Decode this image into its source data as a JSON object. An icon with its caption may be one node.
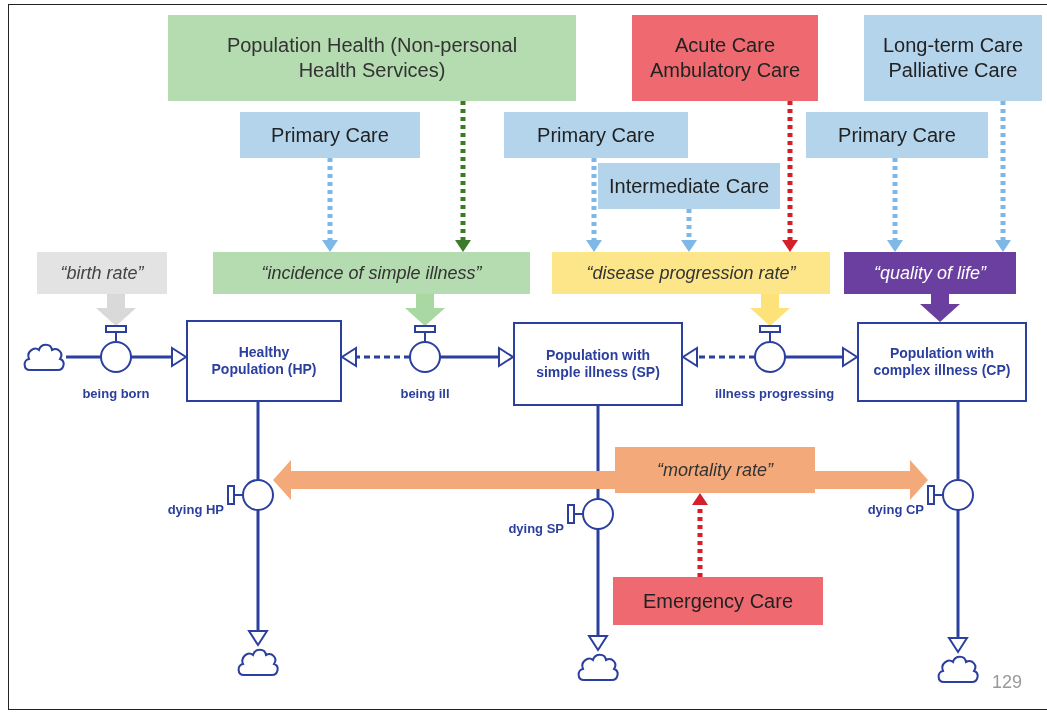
{
  "diagram": {
    "nodes": [
      {
        "text": [
          "Population Health (Non-personal Health Services)"
        ]
      },
      {
        "text": [
          "Acute Care Ambulatory Care"
        ]
      },
      {
        "text": [
          "Long-term Care Palliative Care"
        ]
      },
      {
        "text": [
          "Primary Care"
        ]
      },
      {
        "text": [
          "Primary Care"
        ]
      },
      {
        "text": [
          "Primary Care"
        ]
      },
      {
        "text": [
          "Intermediate Care"
        ]
      },
      {
        "text": [
          "“birth rate”"
        ]
      },
      {
        "text": [
          "“incidence of simple illness”"
        ]
      },
      {
        "text": [
          "“disease progression rate”"
        ]
      },
      {
        "text": [
          "“quality of life”"
        ]
      },
      {
        "text": [],
        "shape": "cloud"
      },
      {
        "text": [],
        "shape": "valve",
        "beside": [
          "being born"
        ]
      },
      {
        "text": [
          "Healthy Population (HP)"
        ]
      },
      {
        "text": [],
        "shape": "valve",
        "beside": [
          "being ill"
        ]
      },
      {
        "text": [
          "Population with simple illness (SP)"
        ]
      },
      {
        "text": [],
        "shape": "valve",
        "beside": [
          "illness progressing"
        ]
      },
      {
        "text": [
          "Population with complex illness (CP)"
        ]
      },
      {
        "text": [
          "“mortality rate”"
        ]
      },
      {
        "text": [],
        "shape": "valve",
        "beside": [
          "dying HP"
        ]
      },
      {
        "text": [],
        "shape": "valve",
        "beside": [
          "dying SP"
        ]
      },
      {
        "text": [],
        "shape": "valve",
        "beside": [
          "dying CP"
        ]
      },
      {
        "text": [
          "Emergency Care"
        ]
      },
      {
        "text": [],
        "shape": "cloud"
      },
      {
        "text": [],
        "shape": "cloud"
      },
      {
        "text": [],
        "shape": "cloud"
      }
    ],
    "edges": [
      {
        "from": 0,
        "to": 8,
        "arrow": "to",
        "style": "dashed",
        "color": "#3d7a2a"
      },
      {
        "from": 3,
        "to": 8,
        "arrow": "to",
        "style": "dashed",
        "color": "#7fb8e6"
      },
      {
        "from": 4,
        "to": 9,
        "arrow": "to",
        "style": "dashed",
        "color": "#7fb8e6"
      },
      {
        "from": 6,
        "to": 9,
        "arrow": "to",
        "style": "dashed",
        "color": "#7fb8e6"
      },
      {
        "from": 1,
        "to": 9,
        "arrow": "to",
        "style": "dashed",
        "color": "#d3202a"
      },
      {
        "from": 5,
        "to": 10,
        "arrow": "to",
        "style": "dashed",
        "color": "#7fb8e6"
      },
      {
        "from": 2,
        "to": 10,
        "arrow": "to",
        "style": "dashed",
        "color": "#7fb8e6"
      },
      {
        "from": 7,
        "to": 12,
        "arrow": "to",
        "style": "thick",
        "color": "#d9d9d9"
      },
      {
        "from": 8,
        "to": 14,
        "arrow": "to",
        "style": "thick",
        "color": "#a9d8a2"
      },
      {
        "from": 9,
        "to": 16,
        "arrow": "to",
        "style": "thick",
        "color": "#fde27a"
      },
      {
        "from": 10,
        "to": 17,
        "arrow": "to",
        "style": "thick",
        "color": "#6b3fa0"
      },
      {
        "from": 11,
        "to": 12,
        "arrow": "none"
      },
      {
        "from": 12,
        "to": 13,
        "arrow": "to"
      },
      {
        "from": 14,
        "to": 13,
        "arrow": "to",
        "style": "dashed"
      },
      {
        "from": 14,
        "to": 15,
        "arrow": "to"
      },
      {
        "from": 16,
        "to": 15,
        "arrow": "to",
        "style": "dashed"
      },
      {
        "from": 16,
        "to": 17,
        "arrow": "to"
      },
      {
        "from": 13,
        "to": 19,
        "arrow": "none"
      },
      {
        "from": 19,
        "to": 23,
        "arrow": "to"
      },
      {
        "from": 15,
        "to": 20,
        "arrow": "none"
      },
      {
        "from": 20,
        "to": 24,
        "arrow": "to"
      },
      {
        "from": 17,
        "to": 21,
        "arrow": "none"
      },
      {
        "from": 21,
        "to": 25,
        "arrow": "to"
      },
      {
        "from": 18,
        "to": 19,
        "arrow": "to",
        "style": "thick",
        "color": "#f4a97a"
      },
      {
        "from": 18,
        "to": 21,
        "arrow": "to",
        "style": "thick",
        "color": "#f4a97a"
      },
      {
        "from": 22,
        "to": 18,
        "arrow": "to",
        "style": "dashed",
        "color": "#d3202a"
      }
    ],
    "labels": [
      "129"
    ]
  }
}
